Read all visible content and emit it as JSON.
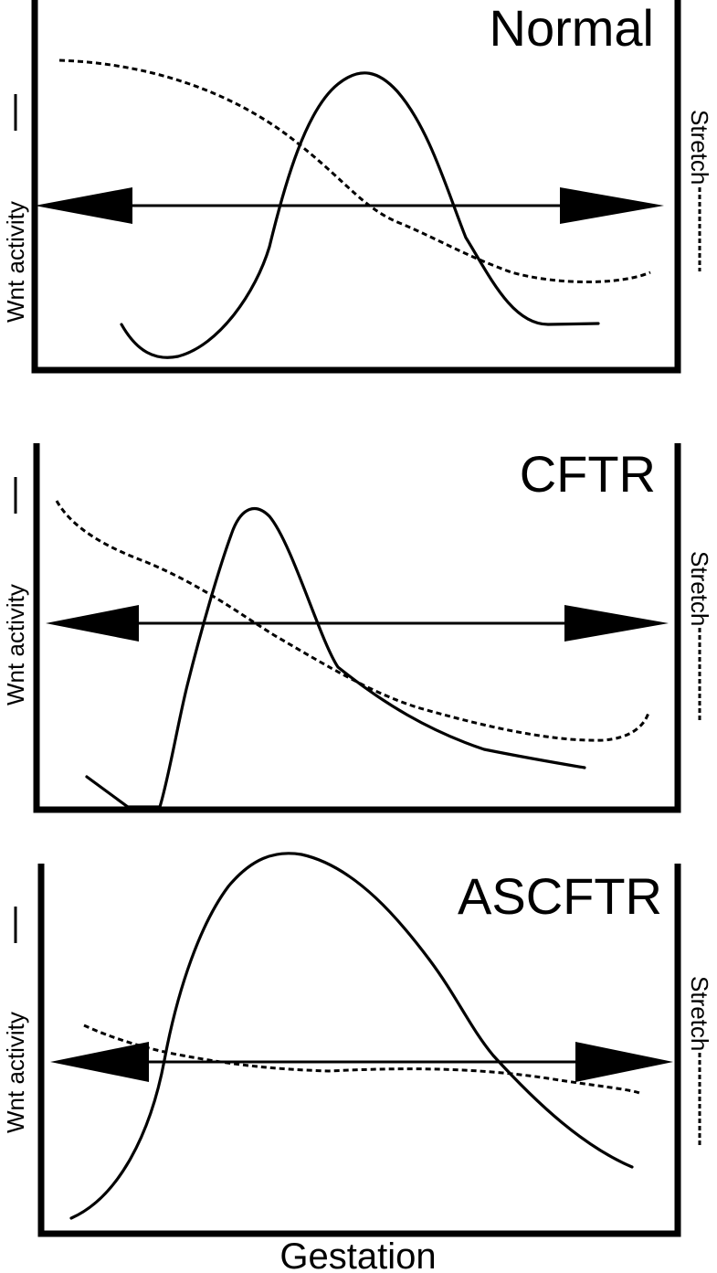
{
  "panels": [
    {
      "title": "Normal",
      "left_label": "Wnt activity",
      "right_label": "Stretch"
    },
    {
      "title": "CFTR",
      "left_label": "Wnt activity",
      "right_label": "Stretch"
    },
    {
      "title": "ASCFTR",
      "left_label": "Wnt activity",
      "right_label": "Stretch"
    }
  ],
  "x_label": "Gestation"
}
